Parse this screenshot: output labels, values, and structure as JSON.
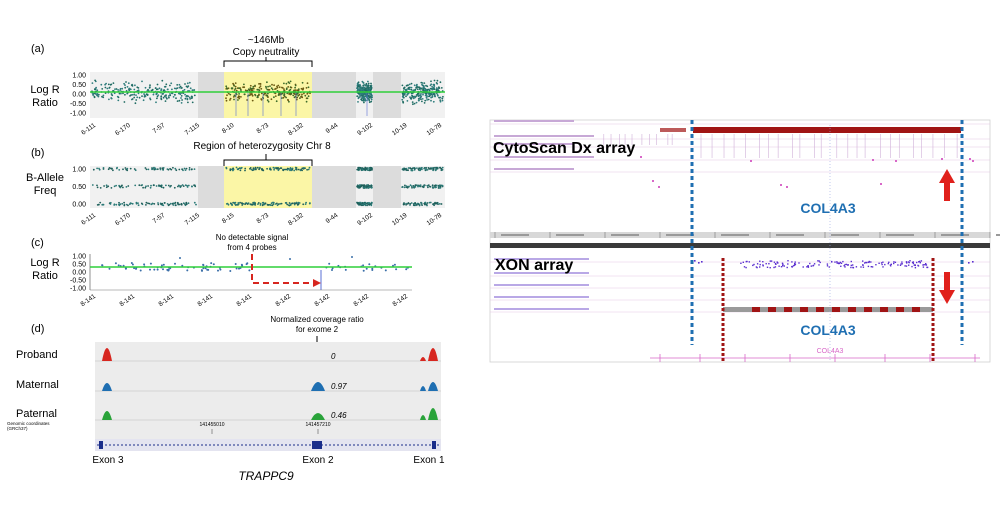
{
  "left": {
    "panel_a": {
      "letter": "(a)",
      "annotation_line1": "~146Mb",
      "annotation_line2": "Copy neutrality",
      "ylabel_line1": "Log R",
      "ylabel_line2": "Ratio",
      "yticks": [
        "1.00",
        "0.50",
        "0.00",
        "-0.50",
        "-1.00"
      ],
      "xticks": [
        "6-111",
        "6-170",
        "7-57",
        "7-115",
        "8-10",
        "8-73",
        "8-132",
        "9-44",
        "9-102",
        "10-19",
        "10-78"
      ]
    },
    "panel_b": {
      "letter": "(b)",
      "annotation": "Region of heterozygosity Chr 8",
      "ylabel_line1": "B-Allele",
      "ylabel_line2": "Freq",
      "yticks": [
        "1.00",
        "0.50",
        "0.00"
      ],
      "xticks": [
        "6-111",
        "6-170",
        "7-57",
        "7-115",
        "8-15",
        "8-73",
        "8-132",
        "9-44",
        "9-102",
        "10-19",
        "10-78"
      ]
    },
    "panel_c": {
      "letter": "(c)",
      "annotation_line1": "No detectable signal",
      "annotation_line2": "from 4 probes",
      "ylabel_line1": "Log R",
      "ylabel_line2": "Ratio",
      "yticks": [
        "1.00",
        "0.50",
        "0.00",
        "-0.50",
        "-1.00"
      ],
      "xticks": [
        "8-141",
        "8-141",
        "8-141",
        "8-141",
        "8-141",
        "8-142",
        "8-142",
        "8-142",
        "8-142"
      ]
    },
    "panel_d": {
      "letter": "(d)",
      "annotation_line1": "Normalized coverage ratio",
      "annotation_line2": "for exome 2",
      "tracks": [
        {
          "name": "Proband",
          "ratio": "0",
          "color": "#d7261f"
        },
        {
          "name": "Maternal",
          "ratio": "0.97",
          "color": "#1f6fb2"
        },
        {
          "name": "Paternal",
          "ratio": "0.46",
          "color": "#2aa33a"
        }
      ],
      "coord_label_line1": "Genomic coordinates",
      "coord_label_line2": "(GRCh37)",
      "coord_ticks": [
        "141455010",
        "141457210"
      ],
      "exons": [
        "Exon 3",
        "Exon 2",
        "Exon 1"
      ],
      "gene": "TRAPPC9"
    }
  },
  "right": {
    "top_title": "CytoScan Dx array",
    "bottom_title": "XON array",
    "gene_label_top": "COL4A3",
    "gene_label_bottom": "COL4A3",
    "gene_track_label": "COL4A3",
    "colors": {
      "dark_red": "#a01414",
      "blue": "#1f6fb2",
      "arrow_red": "#e0201b",
      "purple": "#5a2fcf",
      "pink": "#d868c8"
    }
  }
}
